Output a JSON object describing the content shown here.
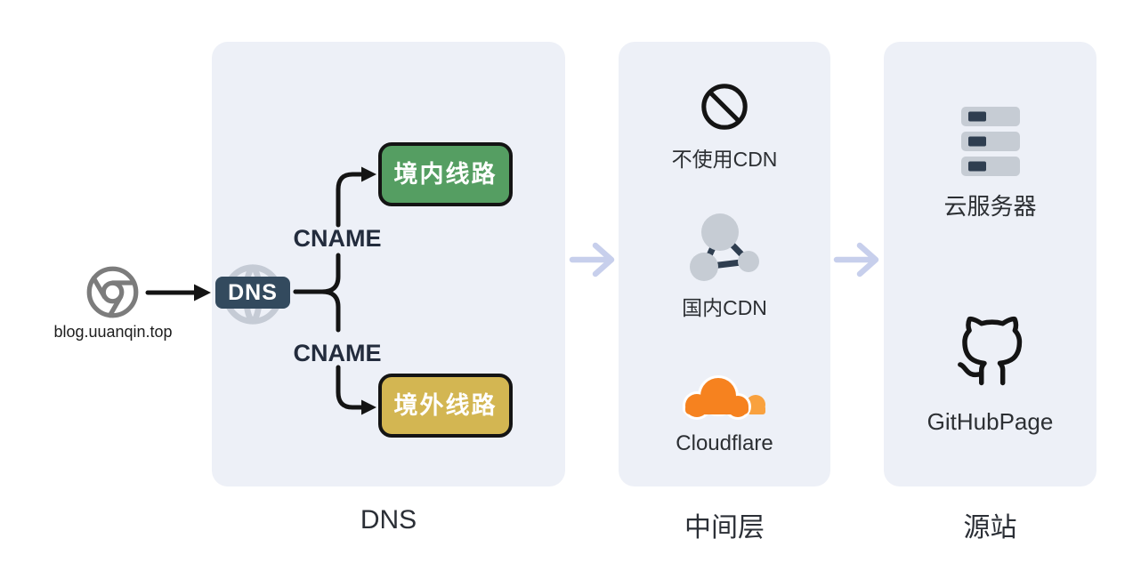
{
  "client": {
    "icon": "chrome-browser-icon",
    "label": "blog.uuanqin.top"
  },
  "dns": {
    "badge_label": "DNS",
    "branches": [
      {
        "record_type": "CNAME",
        "route_label": "境内线路",
        "route_color": "#559e62"
      },
      {
        "record_type": "CNAME",
        "route_label": "境外线路",
        "route_color": "#d3b652"
      }
    ]
  },
  "columns": [
    {
      "caption": "DNS"
    },
    {
      "caption": "中间层",
      "items": [
        {
          "icon": "no-cdn-icon",
          "label": "不使用CDN"
        },
        {
          "icon": "network-nodes-icon",
          "label": "国内CDN"
        },
        {
          "icon": "cloudflare-logo",
          "label": "Cloudflare"
        }
      ]
    },
    {
      "caption": "源站",
      "items": [
        {
          "icon": "server-stack-icon",
          "label": "云服务器"
        },
        {
          "icon": "github-logo",
          "label": "GitHubPage"
        }
      ]
    }
  ],
  "colors": {
    "panel_background": "#edf0f7",
    "connector_black": "#141414",
    "inter_panel_arrow": "#c7cfec",
    "dns_badge_background": "#334a5e",
    "domestic_route_green": "#559e62",
    "overseas_route_yellow": "#d3b652",
    "cloudflare_orange": "#f6821f",
    "icon_gray": "#c6ccd4",
    "icon_dark": "#2f3e50"
  }
}
